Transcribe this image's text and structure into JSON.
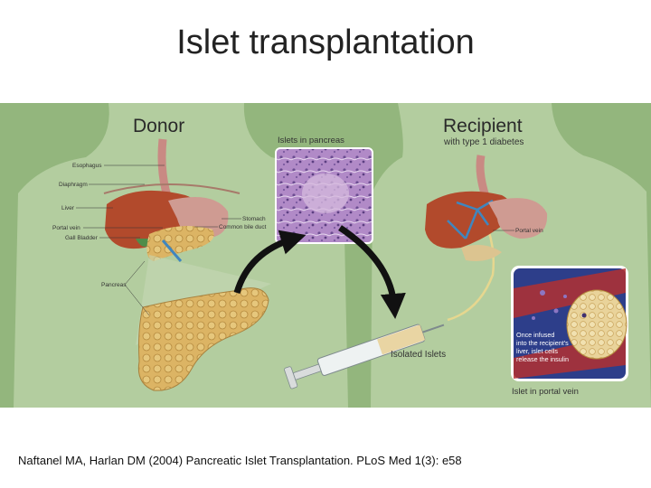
{
  "title": "Islet transplantation",
  "citation": "Naftanel MA, Harlan DM (2004) Pancreatic Islet Transplantation. PLoS Med 1(3): e58",
  "figure": {
    "donor_heading": "Donor",
    "recipient_heading": "Recipient",
    "recipient_subheading": "with type 1 diabetes",
    "islets_in_pancreas_label": "Islets in pancreas",
    "donor_labels": {
      "esophagus": "Esophagus",
      "diaphragm": "Diaphragm",
      "liver": "Liver",
      "portal_vein": "Portal vein",
      "gall_bladder": "Gall Bladder",
      "stomach": "Stomach",
      "common_bile_duct": "Common bile duct",
      "pancreas": "Pancreas"
    },
    "recipient_portal_vein_label": "Portal vein",
    "isolated_islets_label": "Isolated Islets",
    "infusion_note": [
      "Once infused",
      "into the recipient's",
      "liver, islet cells",
      "release the insulin"
    ],
    "islet_in_portal_vein_label": "Islet in portal vein",
    "colors": {
      "background_green": "#93b67d",
      "body_silhouette": "#b3cd9f",
      "liver": "#b24a2c",
      "pancreas": "#dcb464",
      "stomach": "#cf9b92",
      "portal_vein_blue": "#3f86bf",
      "arrow": "#111111"
    }
  }
}
